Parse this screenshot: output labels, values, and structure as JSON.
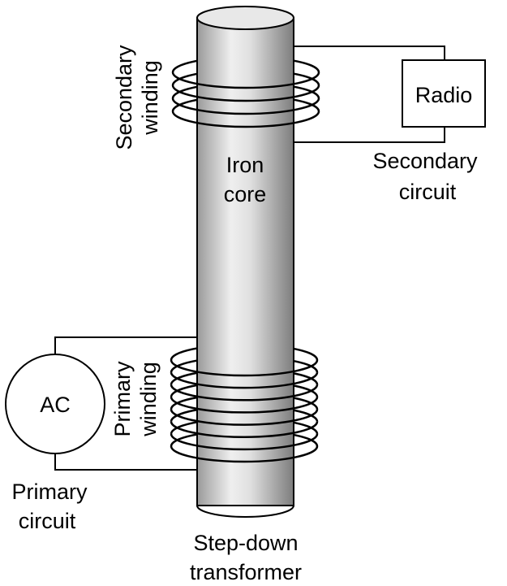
{
  "labels": {
    "secondary_winding_line1": "Secondary",
    "secondary_winding_line2": "winding",
    "iron_core_line1": "Iron",
    "iron_core_line2": "core",
    "radio": "Radio",
    "secondary_circuit_line1": "Secondary",
    "secondary_circuit_line2": "circuit",
    "ac": "AC",
    "primary_winding_line1": "Primary",
    "primary_winding_line2": "winding",
    "primary_circuit_line1": "Primary",
    "primary_circuit_line2": "circuit",
    "transformer_line1": "Step-down",
    "transformer_line2": "transformer"
  },
  "windings": {
    "secondary_turns": 4,
    "primary_turns": 8
  },
  "colors": {
    "core_light": "#f2f2f2",
    "core_dark": "#8a8a8a",
    "line": "#000000"
  }
}
